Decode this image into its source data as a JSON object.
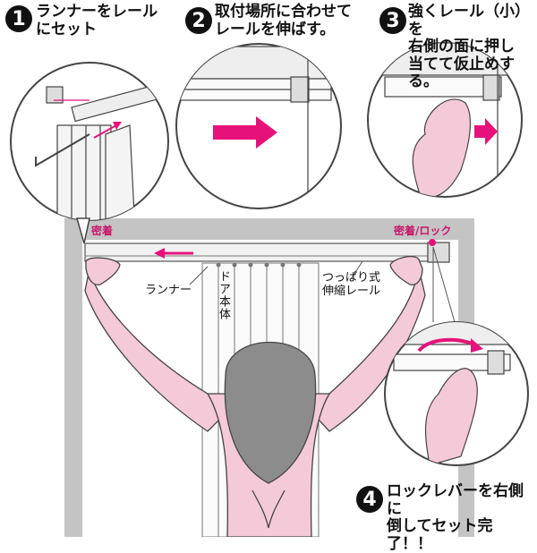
{
  "steps": [
    {
      "number": "1",
      "text": "ランナーをレール\nにセット"
    },
    {
      "number": "2",
      "text": "取付場所に合わせて\nレールを伸ばす。"
    },
    {
      "number": "3",
      "text": "強くレール（小）を\n右側の面に押し\n当てて仮止めする。"
    },
    {
      "number": "4",
      "text": "ロックレバーを右側に\n倒してセット完了！！"
    }
  ],
  "labels": {
    "seal_left": "密着",
    "seal_lock": "密着/ロック",
    "runner": "ランナー",
    "door_body": "ドア本体",
    "tension_rail": "つっぱり式\n伸縮レール"
  },
  "colors": {
    "accent": "#e6127a",
    "skin": "#f4c9d8",
    "frame": "#bdbdbd",
    "hair": "#8c8c8c"
  }
}
